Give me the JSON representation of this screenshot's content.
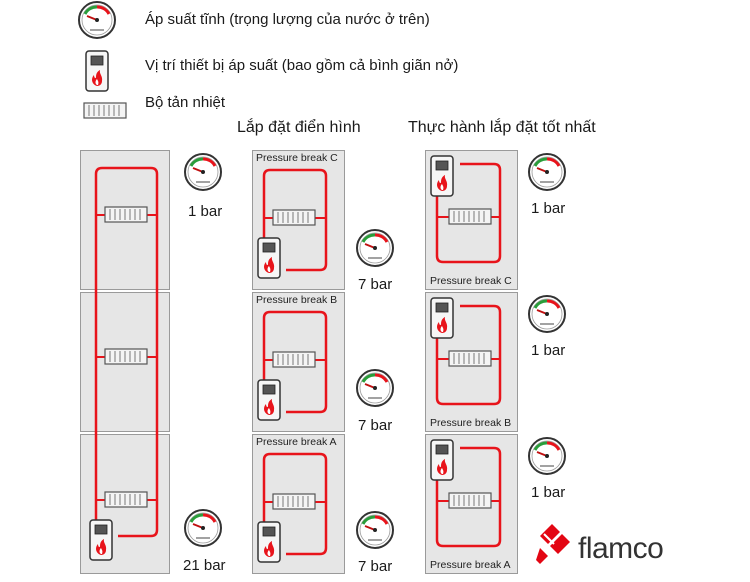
{
  "legend": {
    "static_pressure": "Áp suất tĩnh (trọng lượng của nước ở trên)",
    "pressure_device": "Vị trí thiết bị áp suất (bao gồm cả bình giãn nở)",
    "radiator": "Bộ tản nhiệt"
  },
  "columns": {
    "typical": "Lắp đặt điển hình",
    "best": "Thực hành lắp đặt tốt nhất"
  },
  "left_building": {
    "top_bar": "1 bar",
    "bottom_bar": "21 bar"
  },
  "typical_building": {
    "breaks": [
      "Pressure break C",
      "Pressure break B",
      "Pressure break A"
    ],
    "bars": [
      "7 bar",
      "7 bar",
      "7 bar"
    ]
  },
  "best_building": {
    "breaks": [
      "Pressure break C",
      "Pressure break B",
      "Pressure break A"
    ],
    "bars": [
      "1 bar",
      "1 bar",
      "1 bar"
    ]
  },
  "logo": {
    "text": "flamco",
    "color": "#e30613"
  },
  "colors": {
    "pipe": "#e8141b",
    "floor_bg": "#e6e6e6",
    "floor_border": "#9a9a9a"
  }
}
